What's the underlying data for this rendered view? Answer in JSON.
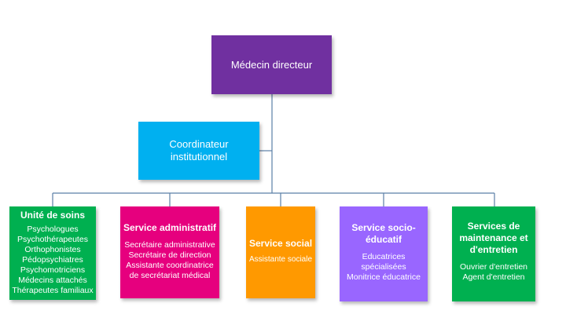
{
  "director": {
    "label": "Médecin directeur",
    "color": "#7030a0"
  },
  "coordinator": {
    "label": "Coordinateur institutionnel",
    "color": "#00b0f0"
  },
  "line_color": "#5b7fa6",
  "departments": [
    {
      "title": "Unité de soins",
      "color": "#00b050",
      "items": [
        "Psychologues",
        "Psychothérapeutes",
        "Orthophonistes",
        "Pédopsychiatres",
        "Psychomotriciens",
        "Médecins attachés",
        "Thérapeutes familiaux"
      ]
    },
    {
      "title": "Service administratif",
      "color": "#e6007e",
      "items": [
        "Secrétaire administrative",
        "Secrétaire de direction",
        "Assistante coordinatrice de secrétariat médical"
      ]
    },
    {
      "title": "Service social",
      "color": "#ff9900",
      "items": [
        "Assistante sociale"
      ]
    },
    {
      "title": "Service socio-éducatif",
      "color": "#9966ff",
      "items": [
        "Educatrices spécialisées",
        "Monitrice éducatrice"
      ]
    },
    {
      "title": "Services de maintenance et d'entretien",
      "color": "#00b050",
      "items": [
        "Ouvrier d'entretien",
        "Agent d'entretien"
      ]
    }
  ]
}
